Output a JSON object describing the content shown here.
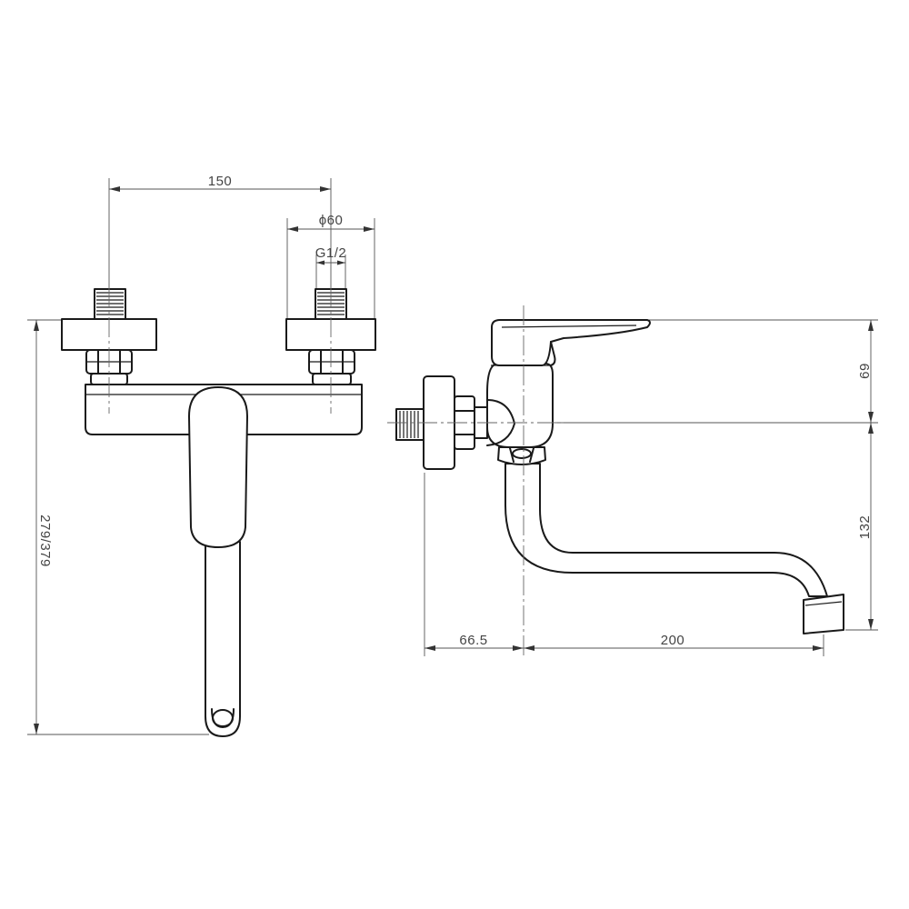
{
  "front_view": {
    "dim_centers": "150",
    "dim_rosette": "ϕ60",
    "dim_thread": "G1/2",
    "dim_height": "279/379"
  },
  "side_view": {
    "dim_handle_height": "69",
    "dim_spout_drop": "132",
    "dim_wall_offset": "66.5",
    "dim_spout_reach": "200"
  }
}
